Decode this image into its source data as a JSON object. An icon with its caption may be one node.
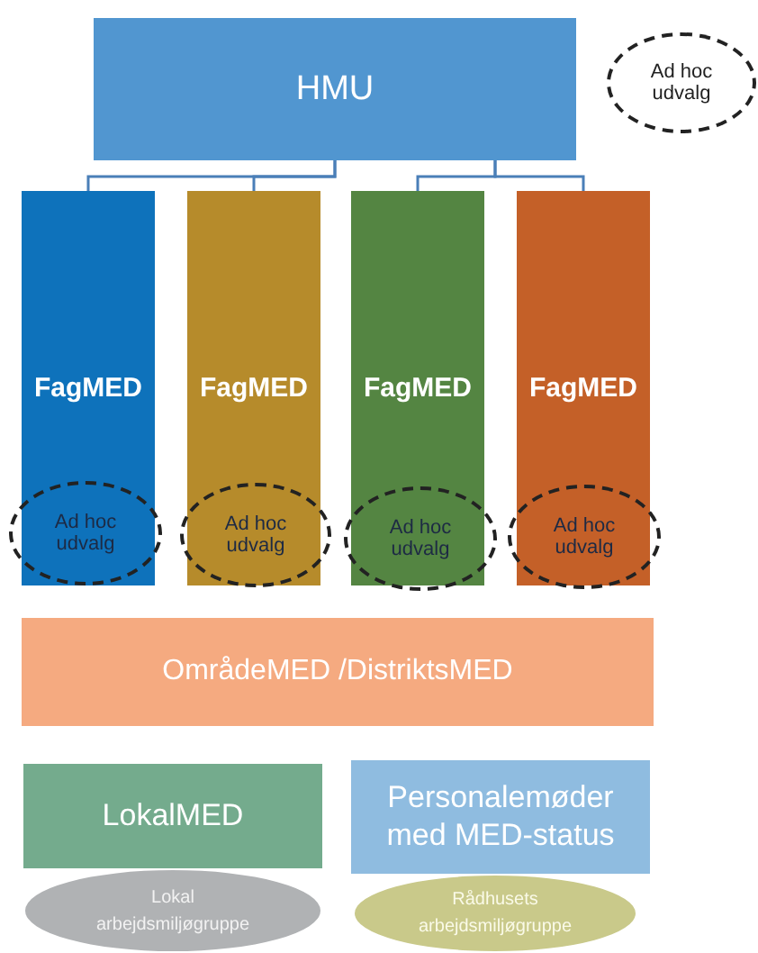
{
  "diagram": {
    "nodes": [
      {
        "text": [
          "HMU"
        ]
      },
      {
        "text": [
          "Ad hoc udvalg"
        ]
      },
      {
        "text": [
          "FagMED"
        ]
      },
      {
        "text": [
          "FagMED"
        ]
      },
      {
        "text": [
          "FagMED"
        ]
      },
      {
        "text": [
          "FagMED"
        ]
      },
      {
        "text": [
          "Ad hoc udvalg"
        ]
      },
      {
        "text": [
          "Ad hoc udvalg"
        ]
      },
      {
        "text": [
          "Ad hoc udvalg"
        ]
      },
      {
        "text": [
          "Ad hoc udvalg"
        ]
      },
      {
        "text": [
          "OmrådeMED /DistriktsMED"
        ]
      },
      {
        "text": [
          "LokalMED"
        ]
      },
      {
        "text": [
          "Lokal arbejdsmiljøgruppe"
        ]
      },
      {
        "text": [
          "Personalemøder med MED-status"
        ]
      },
      {
        "text": [
          "Rådhusets arbejdsmiljøgruppe"
        ]
      }
    ],
    "edges": [
      {
        "from": 0,
        "to": 2,
        "arrow": "none"
      },
      {
        "from": 0,
        "to": 3,
        "arrow": "none"
      },
      {
        "from": 0,
        "to": 4,
        "arrow": "none"
      },
      {
        "from": 0,
        "to": 5,
        "arrow": "none"
      }
    ]
  }
}
